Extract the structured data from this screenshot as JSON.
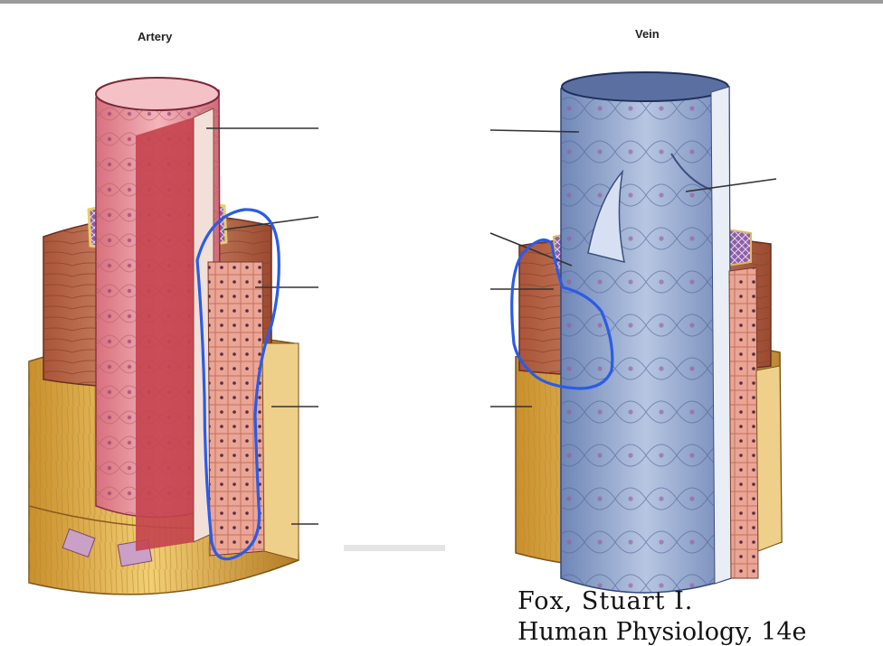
{
  "titles": {
    "artery": "Artery",
    "vein": "Vein"
  },
  "credit": {
    "line1": "Fox, Stuart I.",
    "line2": "Human Physiology, 14e"
  },
  "colors": {
    "tunica_intima": "#e8909a",
    "internal_elastic": "#7a4a8a",
    "tunica_media": "#c9775a",
    "tunica_externa": "#e2b24c",
    "vein_intima": "#8ea4cc",
    "annotation": "#2a5ce6",
    "leader": "#333333"
  },
  "icons": {
    "highlight": "blue-freehand-outline"
  }
}
